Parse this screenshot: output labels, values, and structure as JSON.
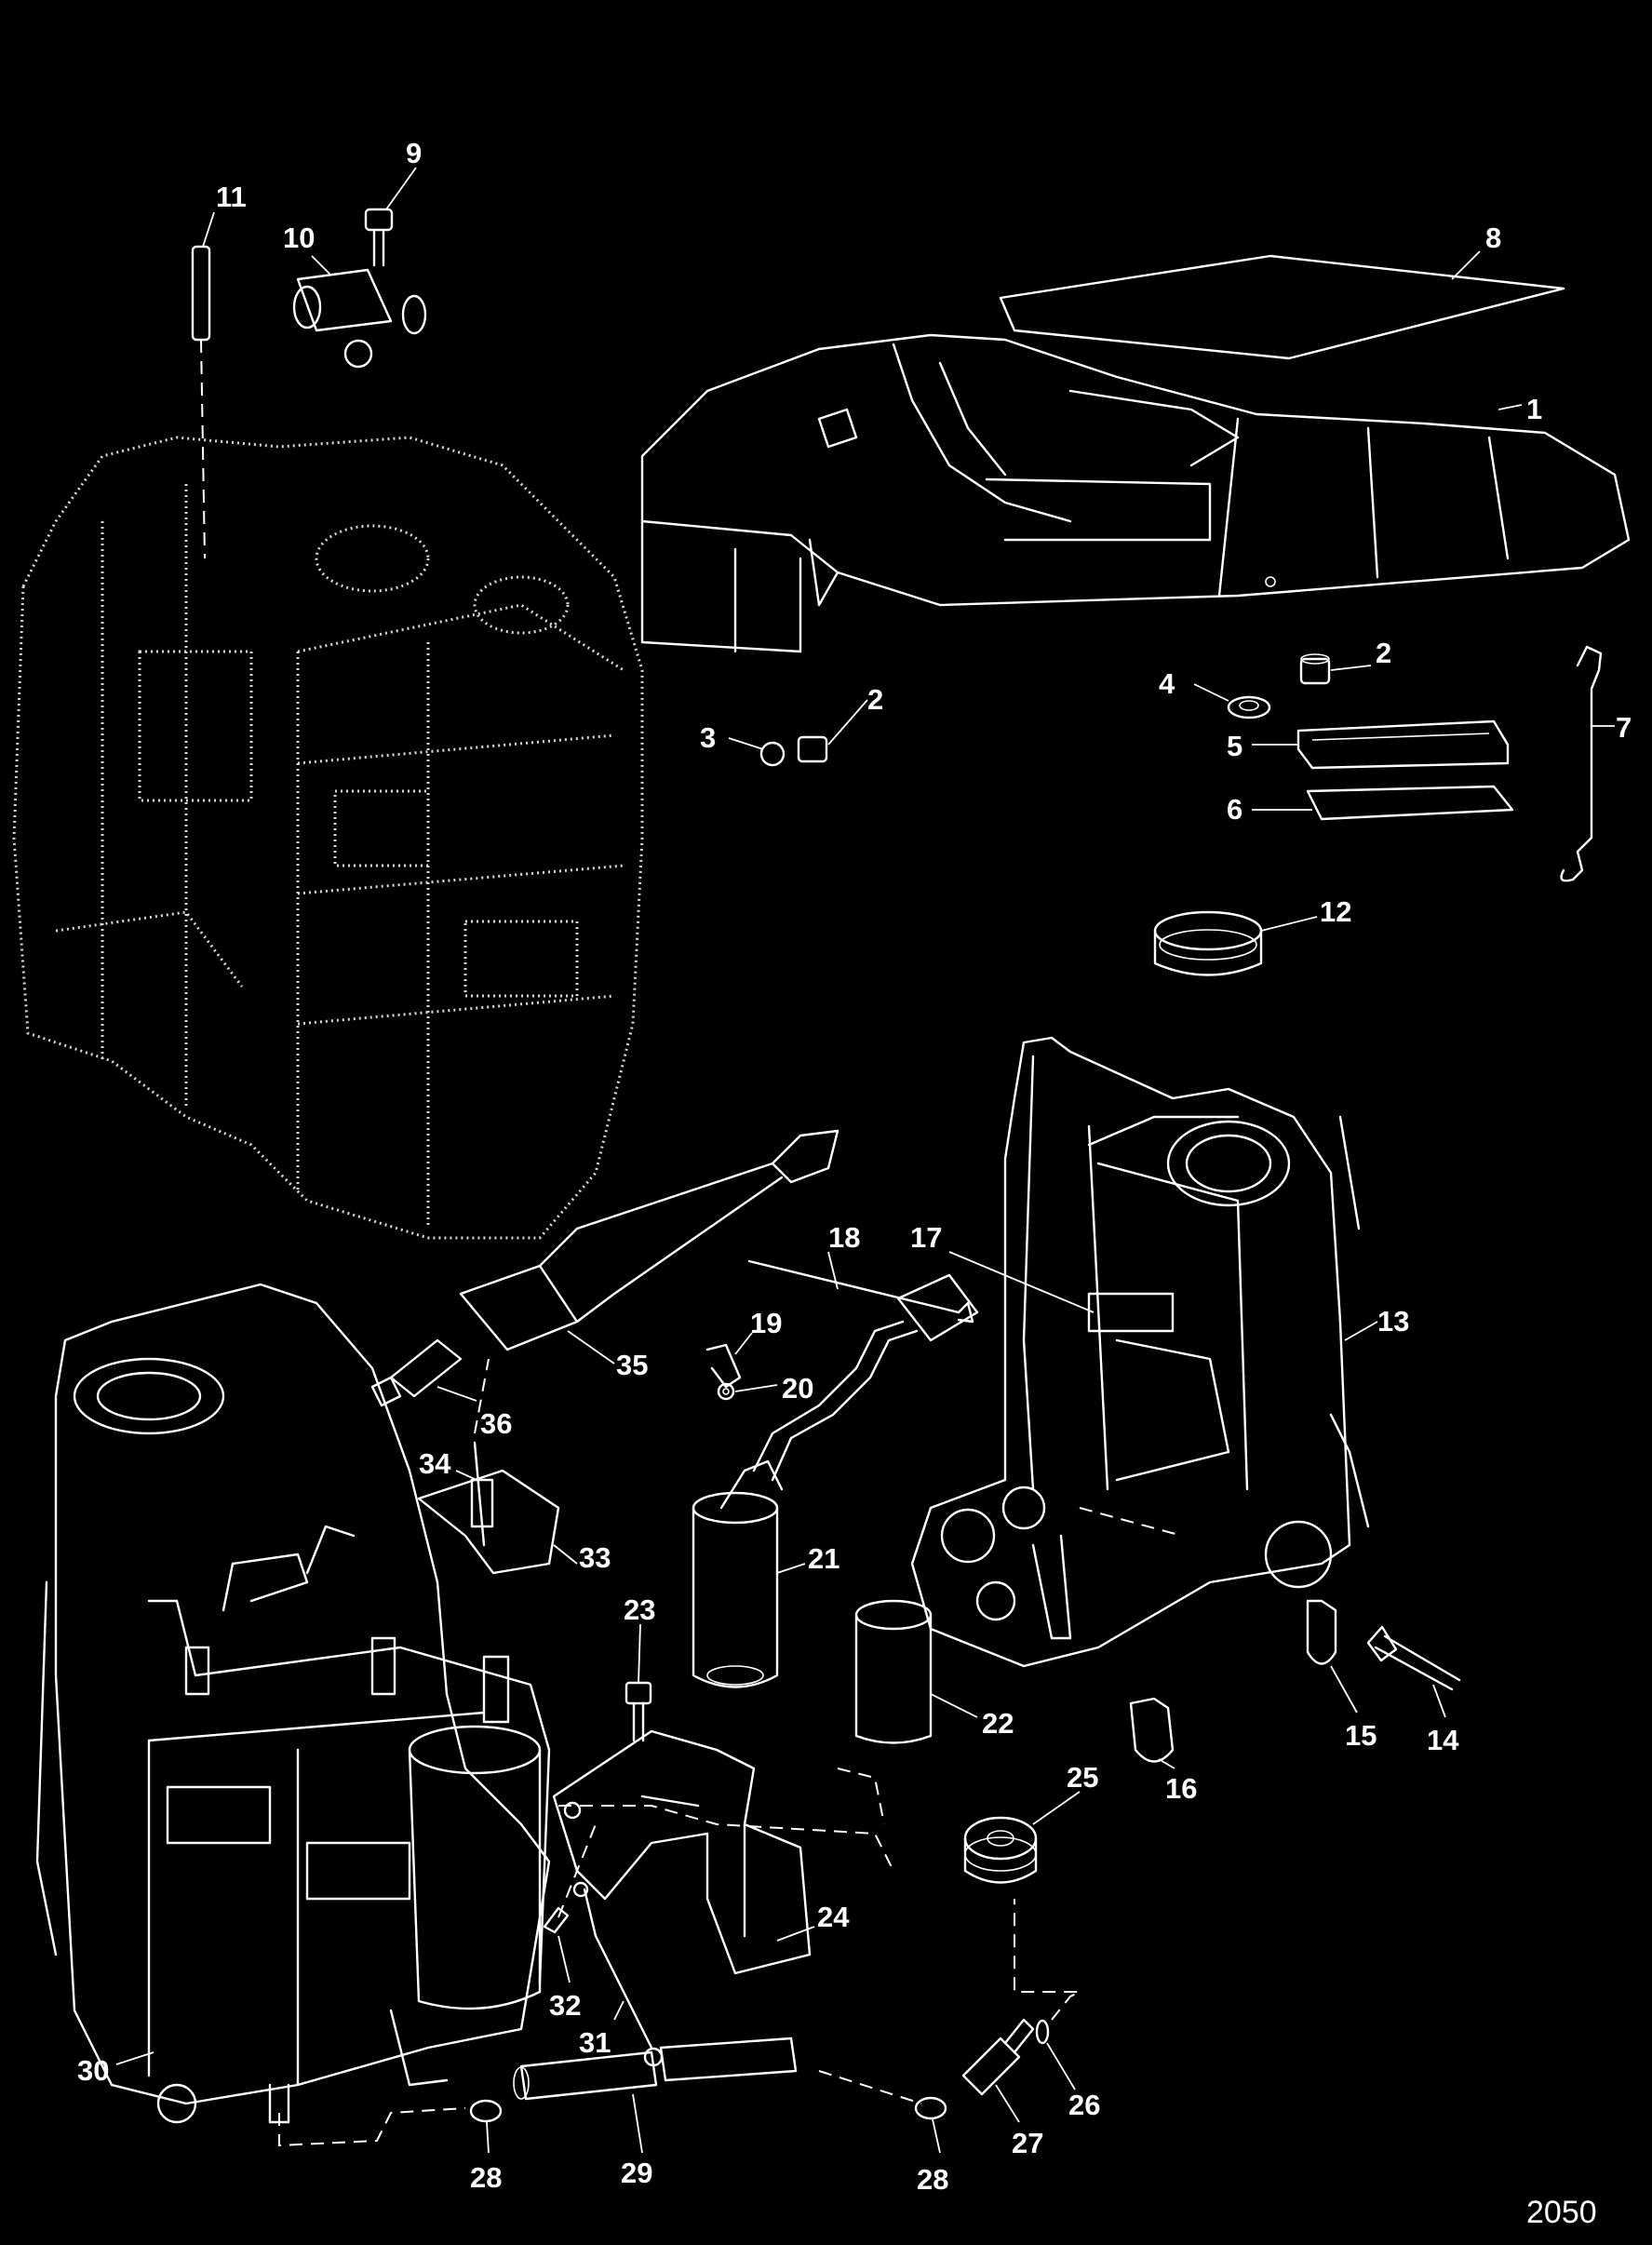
{
  "figure_number": "2050",
  "callouts": [
    "1",
    "2",
    "3",
    "4",
    "5",
    "6",
    "7",
    "8",
    "9",
    "10",
    "11",
    "12",
    "13",
    "14",
    "15",
    "16",
    "17",
    "18",
    "19",
    "20",
    "21",
    "22",
    "23",
    "24",
    "25",
    "26",
    "27",
    "28",
    "29",
    "30",
    "31",
    "32",
    "33",
    "34",
    "35",
    "36"
  ],
  "colors": {
    "background": "#000000",
    "line": "#ffffff"
  }
}
